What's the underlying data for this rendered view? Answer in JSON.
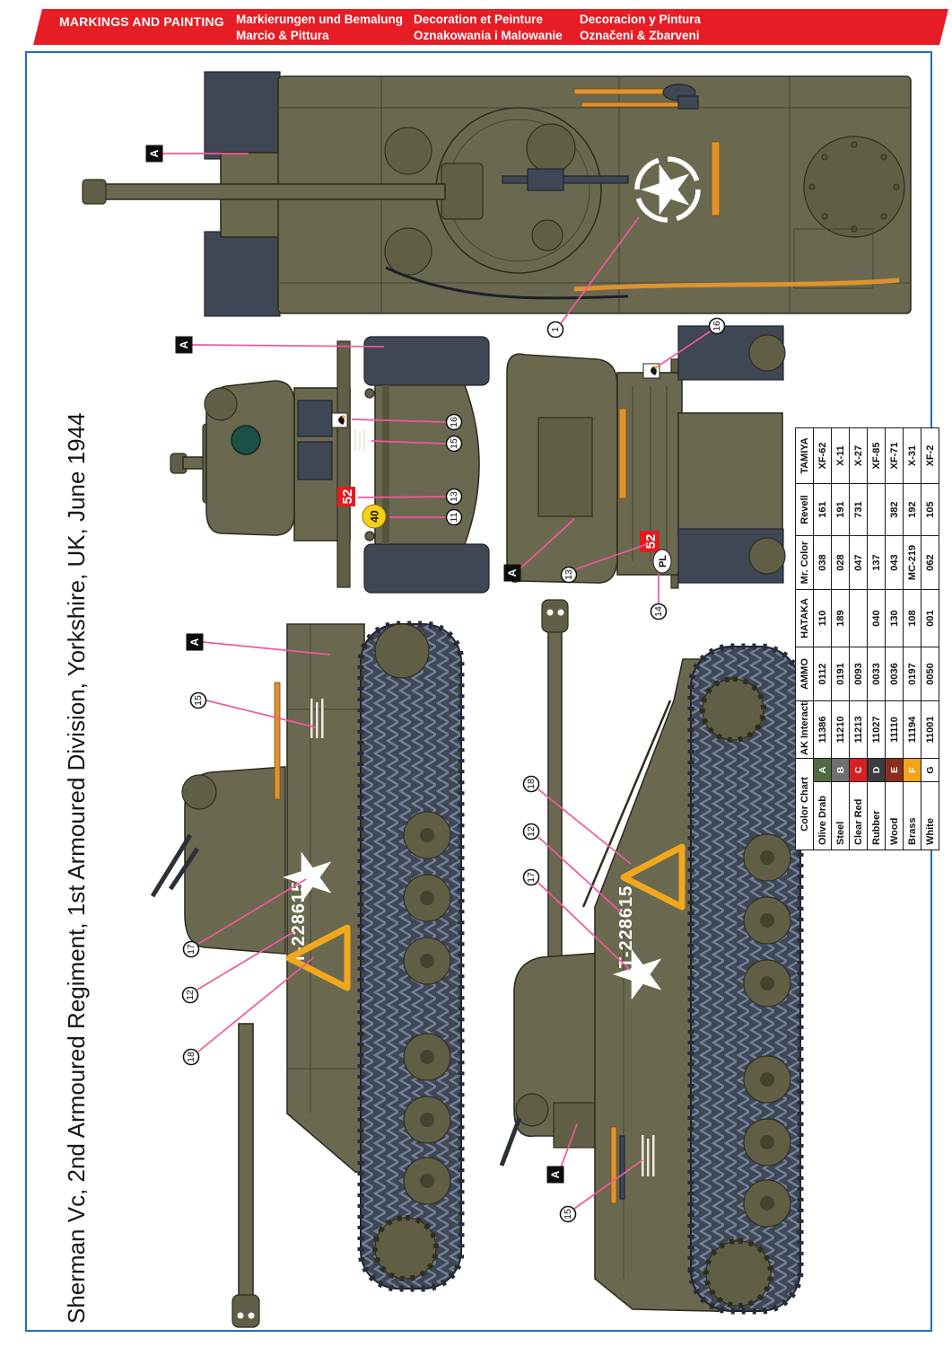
{
  "header": {
    "title_en": "MARKINGS AND PAINTING",
    "columns": [
      {
        "line1": "Markierungen und Bemalung",
        "line2": "Marcio & Pittura"
      },
      {
        "line1": "Decoration et Peinture",
        "line2": "Oznakowania i Malowanie"
      },
      {
        "line1": "Decoracion y Pintura",
        "line2": "Označeni & Zbarveni"
      }
    ]
  },
  "subject_title": "Sherman Vc, 2nd Armoured Regiment, 1st Armoured Division, Yorkshire, UK, June 1944",
  "color_chart": {
    "headers": [
      "Color Chart",
      "AK Interactive",
      "AMMO",
      "HATAKA",
      "Mr. Color",
      "Revell",
      "TAMIYA"
    ],
    "rows": [
      {
        "name": "Olive Drab",
        "letter": "A",
        "swatch": "#4e6b44",
        "ak": "11386",
        "ammo": "0112",
        "hataka": "110",
        "mrcolor": "038",
        "revell": "161",
        "tamiya": "XF-62"
      },
      {
        "name": "Steel",
        "letter": "B",
        "swatch": "#6f6f6f",
        "ak": "11210",
        "ammo": "0191",
        "hataka": "189",
        "mrcolor": "028",
        "revell": "191",
        "tamiya": "X-11"
      },
      {
        "name": "Clear Red",
        "letter": "C",
        "swatch": "#d81f26",
        "ak": "11213",
        "ammo": "0093",
        "hataka": "",
        "mrcolor": "047",
        "revell": "731",
        "tamiya": "X-27"
      },
      {
        "name": "Rubber",
        "letter": "D",
        "swatch": "#3c3c3c",
        "ak": "11027",
        "ammo": "0033",
        "hataka": "040",
        "mrcolor": "137",
        "revell": "",
        "tamiya": "XF-85"
      },
      {
        "name": "Wood",
        "letter": "E",
        "swatch": "#8c2e1e",
        "ak": "11110",
        "ammo": "0036",
        "hataka": "130",
        "mrcolor": "043",
        "revell": "382",
        "tamiya": "XF-71"
      },
      {
        "name": "Brass",
        "letter": "F",
        "swatch": "#f2a51a",
        "ak": "11194",
        "ammo": "0197",
        "hataka": "108",
        "mrcolor": "MC-219",
        "revell": "192",
        "tamiya": "X-31"
      },
      {
        "name": "White",
        "letter": "G",
        "swatch": "#ffffff",
        "ak": "11001",
        "ammo": "0050",
        "hataka": "001",
        "mrcolor": "062",
        "revell": "105",
        "tamiya": "XF-2"
      }
    ]
  },
  "callouts": {
    "a": "A",
    "n1": "1",
    "n11": "11",
    "n12": "12",
    "n13": "13",
    "n14": "14",
    "n15": "15",
    "n16": "16",
    "n17": "17",
    "n18": "18"
  },
  "markings": {
    "serial": "T-228615",
    "turret_number": "52",
    "bridge_class": "40",
    "nationality": "PL"
  },
  "colors": {
    "header_red": "#e71d25",
    "frame_blue": "#1d6fc0",
    "callout_pink": "#f2579b",
    "olive_drab": "#6a6950",
    "track_gray": "#3f4654",
    "marking_red": "#e8191f",
    "bridge_yellow": "#f7d117",
    "triangle_yellow": "#f2a81c",
    "star_white": "#ffffff"
  }
}
